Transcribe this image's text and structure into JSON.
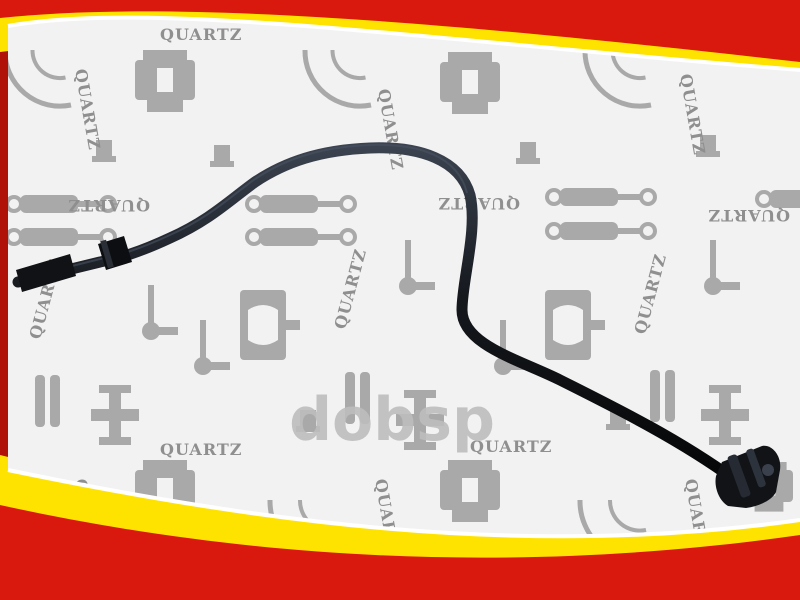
{
  "brand": {
    "name": "QuartZ",
    "name_upper": "QUARTZ",
    "ghost_logo": "dobsp"
  },
  "colors": {
    "red_band": "#d9190e",
    "yellow_band": "#ffe300",
    "dark_frame": "#b0120a",
    "panel": "#f1f1f1",
    "watermark_gray": "#a9a9a9",
    "hose": "#15181d",
    "hose_highlight": "#3b4350"
  },
  "icons": {
    "shape": "gray-brake-caliper-icon",
    "disc": "brake-disc-outline-icon",
    "shock": "shock-absorber-icon",
    "joint": "universal-joint-icon",
    "tie_rod": "tie-rod-end-icon"
  }
}
